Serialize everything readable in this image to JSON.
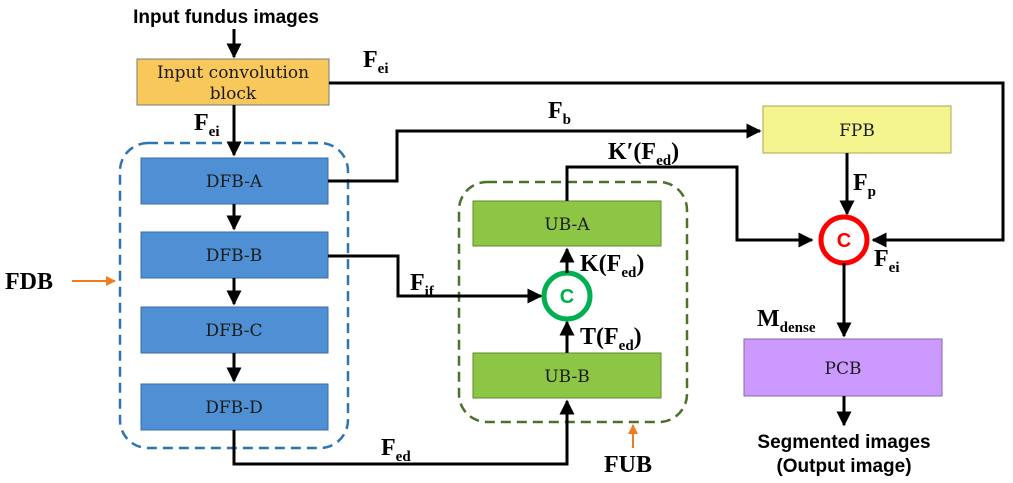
{
  "colors": {
    "input_block": "#f9c85a",
    "dfb": "#4f90d4",
    "ub": "#8dc545",
    "fpb": "#f5f58f",
    "pcb": "#cc99ff",
    "fdb_border": "#2e75b6",
    "fub_border": "#4a7229",
    "concat_green": "#00b050",
    "concat_red": "#ff0000",
    "pointer_orange": "#f07c22"
  },
  "input_label": "Input fundus images",
  "output_label": {
    "line1": "Segmented images",
    "line2": "(Output image)"
  },
  "blocks": {
    "input_conv": {
      "line1": "Input convolution",
      "line2": "block"
    },
    "dfb_a": "DFB-A",
    "dfb_b": "DFB-B",
    "dfb_c": "DFB-C",
    "dfb_d": "DFB-D",
    "ub_a": "UB-A",
    "ub_b": "UB-B",
    "fpb": "FPB",
    "pcb": "PCB"
  },
  "groups": {
    "fdb": "FDB",
    "fub": "FUB"
  },
  "concat": {
    "green": "C",
    "red": "C"
  },
  "edge_labels": {
    "f_ei_top": {
      "main": "F",
      "sub": "ei"
    },
    "f_ei_below": {
      "main": "F",
      "sub": "ei"
    },
    "f_ei_right": {
      "main": "F",
      "sub": "ei"
    },
    "f_b": {
      "main": "F",
      "sub": "b"
    },
    "k_prime": {
      "main": "K′(F",
      "sub": "ed",
      "tail": ")"
    },
    "k": {
      "main": "K(F",
      "sub": "ed",
      "tail": ")"
    },
    "t": {
      "main": "T(F",
      "sub": "ed",
      "tail": ")"
    },
    "f_if": {
      "main": "F",
      "sub": "if"
    },
    "f_ed": {
      "main": "F",
      "sub": "ed"
    },
    "f_p": {
      "main": "F",
      "sub": "p"
    },
    "m_dense": {
      "main": "M",
      "sub": "dense"
    }
  }
}
